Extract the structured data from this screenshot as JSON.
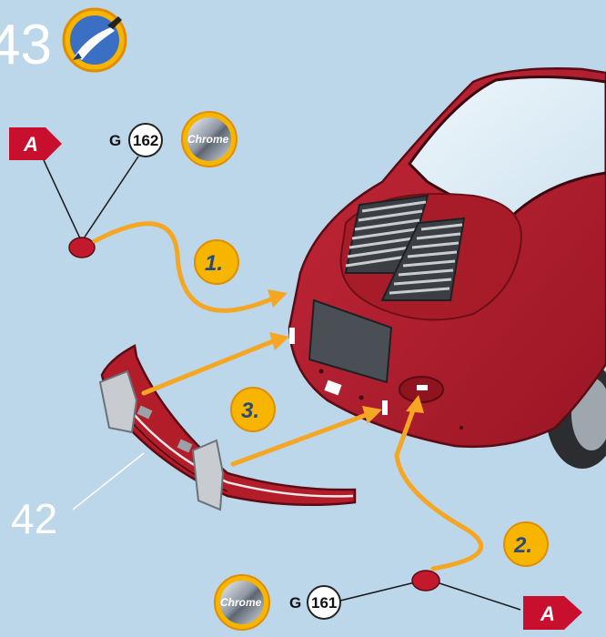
{
  "step": {
    "number": "43"
  },
  "part": {
    "number": "42"
  },
  "paints": {
    "top": {
      "code_letter": "G",
      "code_number": "162",
      "finish": "Chrome",
      "flag": "A"
    },
    "bottom": {
      "code_letter": "G",
      "code_number": "161",
      "finish": "Chrome",
      "flag": "A"
    }
  },
  "substeps": [
    "1.",
    "2.",
    "3."
  ],
  "colors": {
    "background": "#bcd6ea",
    "car_body": "#b31d2a",
    "arrow": "#f5a623",
    "badge": "#f7b500",
    "flag": "#c8102e"
  },
  "icons": [
    "paintbrush-icon",
    "chrome-paint-icon",
    "flag-icon"
  ]
}
